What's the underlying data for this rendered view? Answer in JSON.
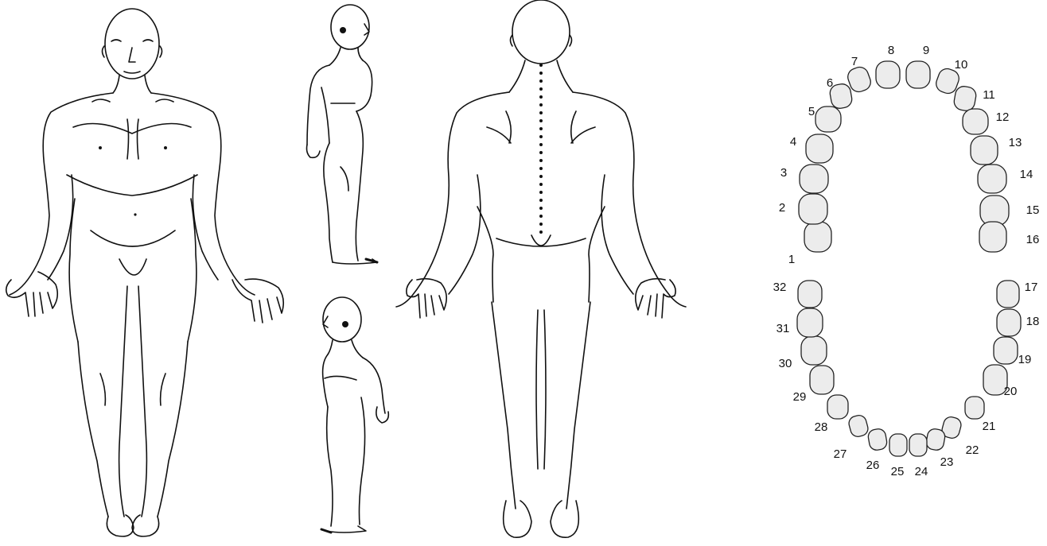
{
  "figures": {
    "front": "body-front-view",
    "side_right": "body-right-side-view",
    "side_left": "body-left-side-view",
    "back": "body-back-view"
  },
  "dental_chart": {
    "teeth": [
      {
        "num": "1"
      },
      {
        "num": "2"
      },
      {
        "num": "3"
      },
      {
        "num": "4"
      },
      {
        "num": "5"
      },
      {
        "num": "6"
      },
      {
        "num": "7"
      },
      {
        "num": "8"
      },
      {
        "num": "9"
      },
      {
        "num": "10"
      },
      {
        "num": "11"
      },
      {
        "num": "12"
      },
      {
        "num": "13"
      },
      {
        "num": "14"
      },
      {
        "num": "15"
      },
      {
        "num": "16"
      },
      {
        "num": "17"
      },
      {
        "num": "18"
      },
      {
        "num": "19"
      },
      {
        "num": "20"
      },
      {
        "num": "21"
      },
      {
        "num": "22"
      },
      {
        "num": "23"
      },
      {
        "num": "24"
      },
      {
        "num": "25"
      },
      {
        "num": "26"
      },
      {
        "num": "27"
      },
      {
        "num": "28"
      },
      {
        "num": "29"
      },
      {
        "num": "30"
      },
      {
        "num": "31"
      },
      {
        "num": "32"
      }
    ]
  }
}
